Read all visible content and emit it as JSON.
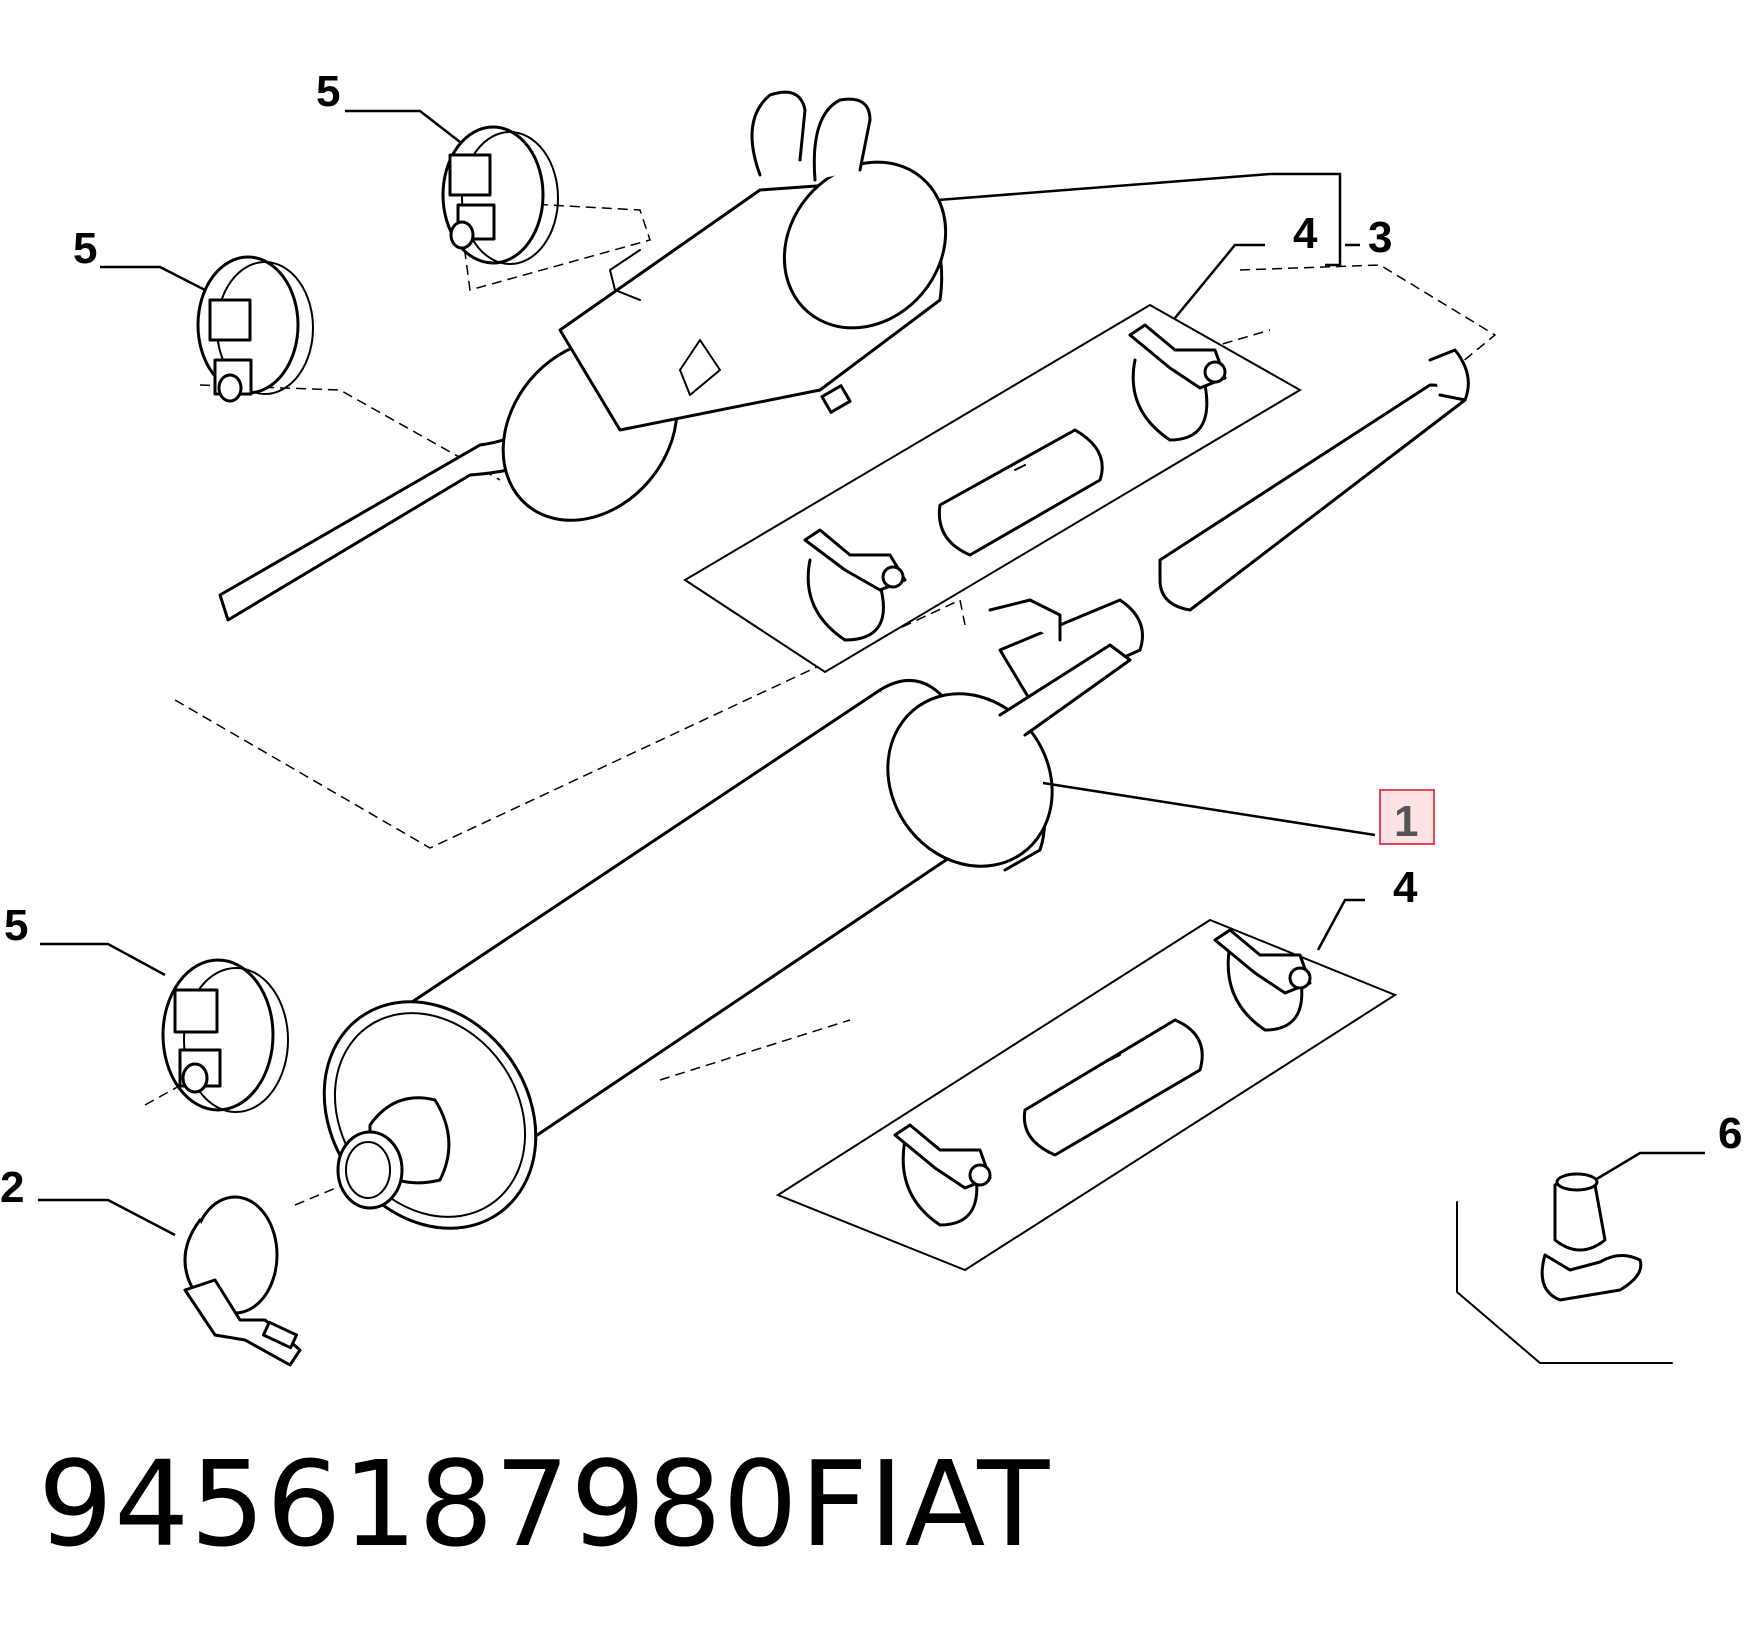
{
  "callouts": {
    "rear_mount_a": "5",
    "rear_mount_b": "5",
    "front_mount": "5",
    "clamp_upper": "4",
    "rear_silencer": "3",
    "center_silencer": "1",
    "clamp_lower": "4",
    "bracket": "2",
    "clip": "6"
  },
  "highlighted_callout": "1",
  "highlight_colors": {
    "fill": "#fde2e4",
    "stroke": "#e0485a"
  },
  "footer": {
    "part_number": "9456187980",
    "brand": "FIAT"
  }
}
